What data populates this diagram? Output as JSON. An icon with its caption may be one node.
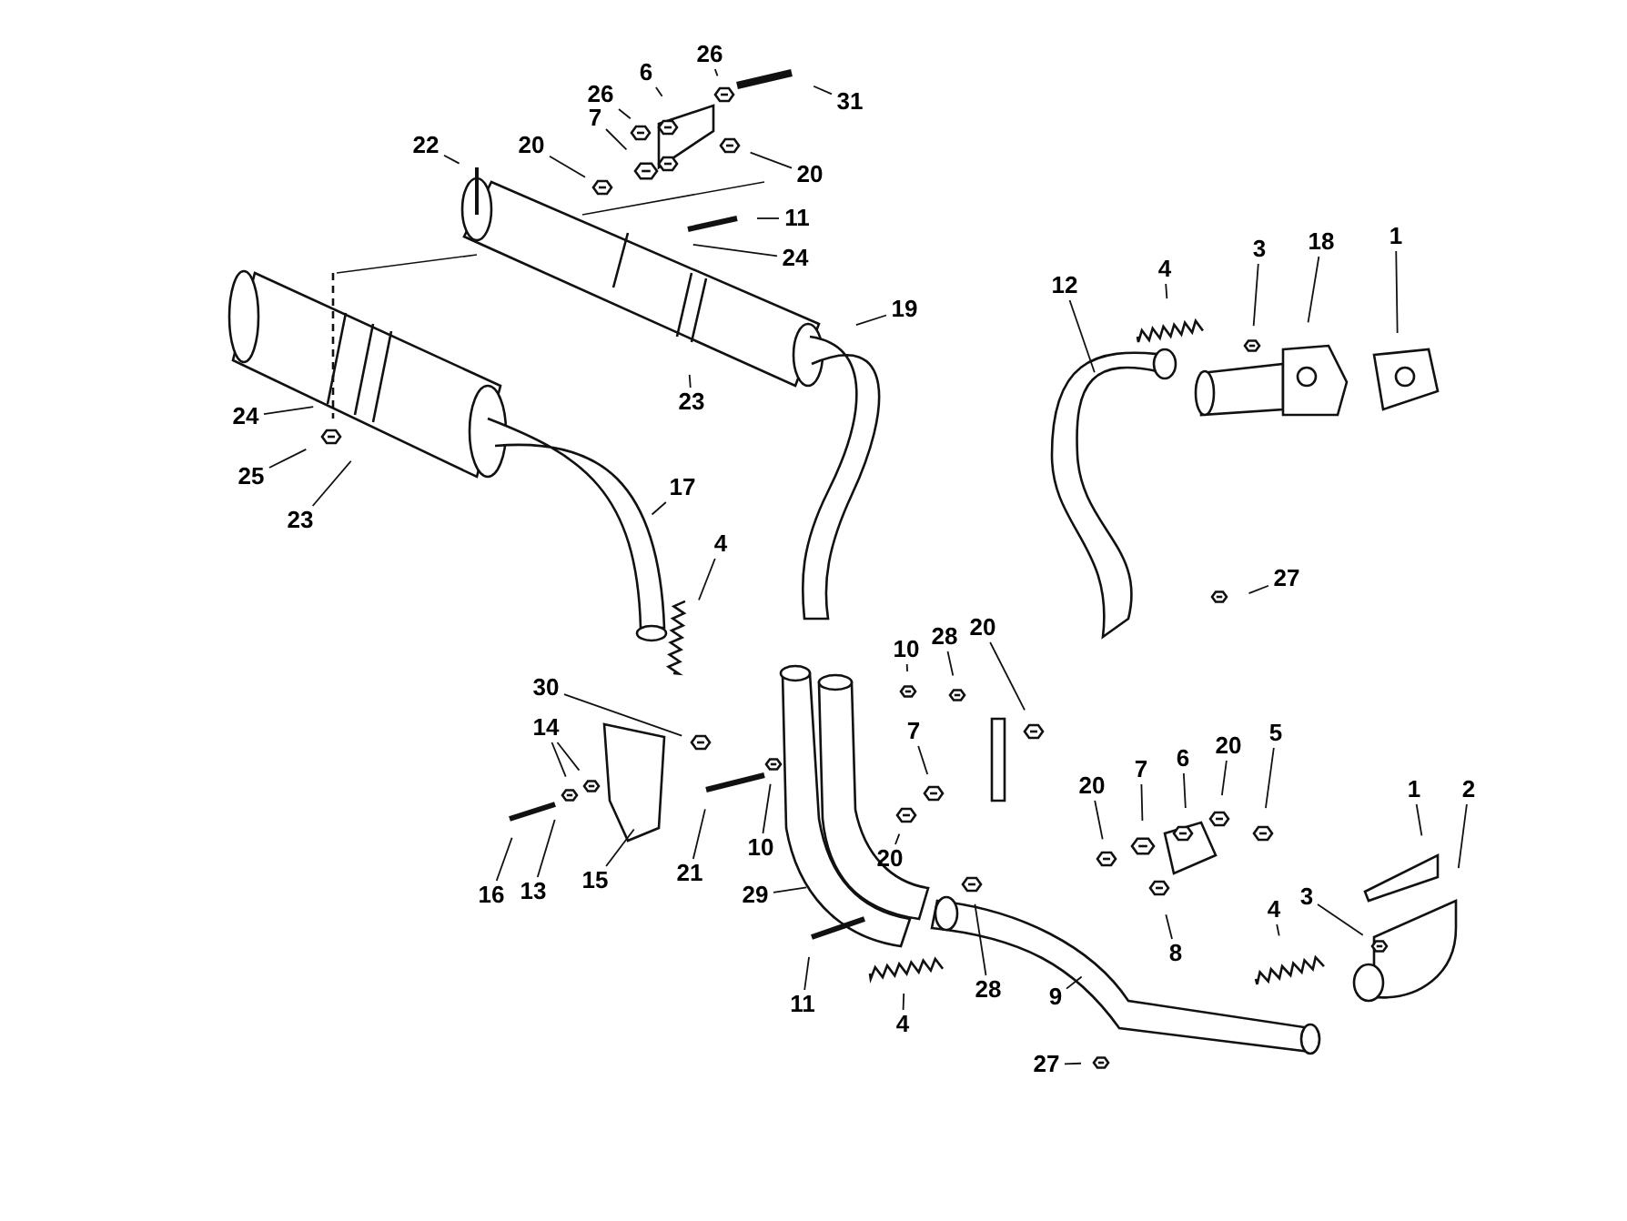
{
  "diagram": {
    "nodes": [
      {
        "text": [
          "22"
        ]
      },
      {
        "text": [
          "26"
        ]
      },
      {
        "text": [
          "6"
        ]
      },
      {
        "text": [
          "26"
        ]
      },
      {
        "text": [
          "7"
        ]
      },
      {
        "text": [
          "20"
        ]
      },
      {
        "text": [
          "31"
        ]
      },
      {
        "text": [
          "20"
        ]
      },
      {
        "text": [
          "11"
        ]
      },
      {
        "text": [
          "24"
        ]
      },
      {
        "text": [
          "24"
        ]
      },
      {
        "text": [
          "25"
        ]
      },
      {
        "text": [
          "23"
        ]
      },
      {
        "text": [
          "23"
        ]
      },
      {
        "text": [
          "19"
        ]
      },
      {
        "text": [
          "17"
        ]
      },
      {
        "text": [
          "4"
        ]
      },
      {
        "text": [
          "4"
        ]
      },
      {
        "text": [
          "12"
        ]
      },
      {
        "text": [
          "3"
        ]
      },
      {
        "text": [
          "18"
        ]
      },
      {
        "text": [
          "1"
        ]
      },
      {
        "text": [
          "27"
        ]
      },
      {
        "text": [
          "30"
        ]
      },
      {
        "text": [
          "14"
        ]
      },
      {
        "text": [
          "10"
        ]
      },
      {
        "text": [
          "28"
        ]
      },
      {
        "text": [
          "20"
        ]
      },
      {
        "text": [
          "7"
        ]
      },
      {
        "text": [
          "21"
        ]
      },
      {
        "text": [
          "10"
        ]
      },
      {
        "text": [
          "13"
        ]
      },
      {
        "text": [
          "16"
        ]
      },
      {
        "text": [
          "15"
        ]
      },
      {
        "text": [
          "20"
        ]
      },
      {
        "text": [
          "29"
        ]
      },
      {
        "text": [
          "28"
        ]
      },
      {
        "text": [
          "11"
        ]
      },
      {
        "text": [
          "4"
        ]
      },
      {
        "text": [
          "9"
        ]
      },
      {
        "text": [
          "27"
        ]
      },
      {
        "text": [
          "20"
        ]
      },
      {
        "text": [
          "7"
        ]
      },
      {
        "text": [
          "6"
        ]
      },
      {
        "text": [
          "20"
        ]
      },
      {
        "text": [
          "5"
        ]
      },
      {
        "text": [
          "8"
        ]
      },
      {
        "text": [
          "4"
        ]
      },
      {
        "text": [
          "3"
        ]
      },
      {
        "text": [
          "1"
        ]
      },
      {
        "text": [
          "2"
        ]
      }
    ],
    "edges": [
      {
        "from": 0,
        "to": null,
        "arrow": "none"
      },
      {
        "from": 1,
        "to": null,
        "arrow": "none"
      },
      {
        "from": 2,
        "to": null,
        "arrow": "none"
      },
      {
        "from": 3,
        "to": null,
        "arrow": "none"
      },
      {
        "from": 4,
        "to": null,
        "arrow": "none"
      },
      {
        "from": 5,
        "to": null,
        "arrow": "none"
      },
      {
        "from": 6,
        "to": null,
        "arrow": "none"
      },
      {
        "from": 7,
        "to": null,
        "arrow": "none"
      },
      {
        "from": 8,
        "to": null,
        "arrow": "none"
      },
      {
        "from": 9,
        "to": null,
        "arrow": "none"
      },
      {
        "from": 10,
        "to": null,
        "arrow": "none"
      },
      {
        "from": 11,
        "to": null,
        "arrow": "none"
      },
      {
        "from": 12,
        "to": null,
        "arrow": "none"
      },
      {
        "from": 13,
        "to": null,
        "arrow": "none"
      },
      {
        "from": 14,
        "to": null,
        "arrow": "none"
      },
      {
        "from": 15,
        "to": null,
        "arrow": "none"
      },
      {
        "from": 16,
        "to": null,
        "arrow": "none"
      },
      {
        "from": 17,
        "to": null,
        "arrow": "none"
      },
      {
        "from": 18,
        "to": null,
        "arrow": "none"
      },
      {
        "from": 19,
        "to": null,
        "arrow": "none"
      },
      {
        "from": 20,
        "to": null,
        "arrow": "none"
      },
      {
        "from": 21,
        "to": null,
        "arrow": "none"
      },
      {
        "from": 22,
        "to": null,
        "arrow": "none"
      },
      {
        "from": 23,
        "to": null,
        "arrow": "none"
      },
      {
        "from": 24,
        "to": null,
        "arrow": "none"
      },
      {
        "from": 24,
        "to": null,
        "arrow": "none"
      },
      {
        "from": 25,
        "to": null,
        "arrow": "none"
      },
      {
        "from": 26,
        "to": null,
        "arrow": "none"
      },
      {
        "from": 27,
        "to": null,
        "arrow": "none"
      },
      {
        "from": 28,
        "to": null,
        "arrow": "none"
      },
      {
        "from": 29,
        "to": null,
        "arrow": "none"
      },
      {
        "from": 30,
        "to": null,
        "arrow": "none"
      },
      {
        "from": 31,
        "to": null,
        "arrow": "none"
      },
      {
        "from": 32,
        "to": null,
        "arrow": "none"
      },
      {
        "from": 33,
        "to": null,
        "arrow": "none"
      },
      {
        "from": 34,
        "to": null,
        "arrow": "none"
      },
      {
        "from": 35,
        "to": null,
        "arrow": "none"
      },
      {
        "from": 36,
        "to": null,
        "arrow": "none"
      },
      {
        "from": 37,
        "to": null,
        "arrow": "none"
      },
      {
        "from": 38,
        "to": null,
        "arrow": "none"
      },
      {
        "from": 39,
        "to": null,
        "arrow": "none"
      },
      {
        "from": 40,
        "to": null,
        "arrow": "none"
      },
      {
        "from": 41,
        "to": null,
        "arrow": "none"
      },
      {
        "from": 42,
        "to": null,
        "arrow": "none"
      },
      {
        "from": 43,
        "to": null,
        "arrow": "none"
      },
      {
        "from": 44,
        "to": null,
        "arrow": "none"
      },
      {
        "from": 45,
        "to": null,
        "arrow": "none"
      },
      {
        "from": 46,
        "to": null,
        "arrow": "none"
      },
      {
        "from": 47,
        "to": null,
        "arrow": "none"
      },
      {
        "from": 48,
        "to": null,
        "arrow": "none"
      },
      {
        "from": 49,
        "to": null,
        "arrow": "none"
      },
      {
        "from": 50,
        "to": null,
        "arrow": "none"
      }
    ]
  }
}
